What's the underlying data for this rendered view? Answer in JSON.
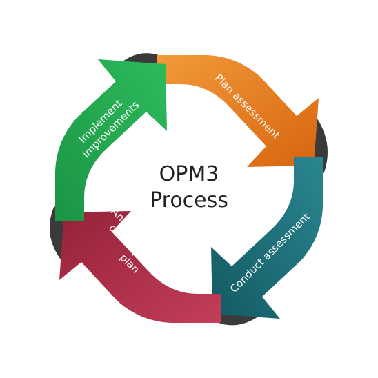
{
  "center": {
    "line1": "OPM3",
    "line2": "Process"
  },
  "steps": [
    {
      "name": "plan-assessment",
      "lines": [
        "Plan assessment"
      ],
      "color": "#E8761B"
    },
    {
      "name": "conduct-assessment",
      "lines": [
        "Conduct assessment"
      ],
      "color": "#1D6E77"
    },
    {
      "name": "analyze-findings",
      "lines": [
        "Analyze findings &",
        "develop action",
        "plan"
      ],
      "color": "#B03149"
    },
    {
      "name": "implement-improvements",
      "lines": [
        "Implement",
        "improvements"
      ],
      "color": "#1FA64E"
    }
  ],
  "connector_color": "#3A3A3A"
}
